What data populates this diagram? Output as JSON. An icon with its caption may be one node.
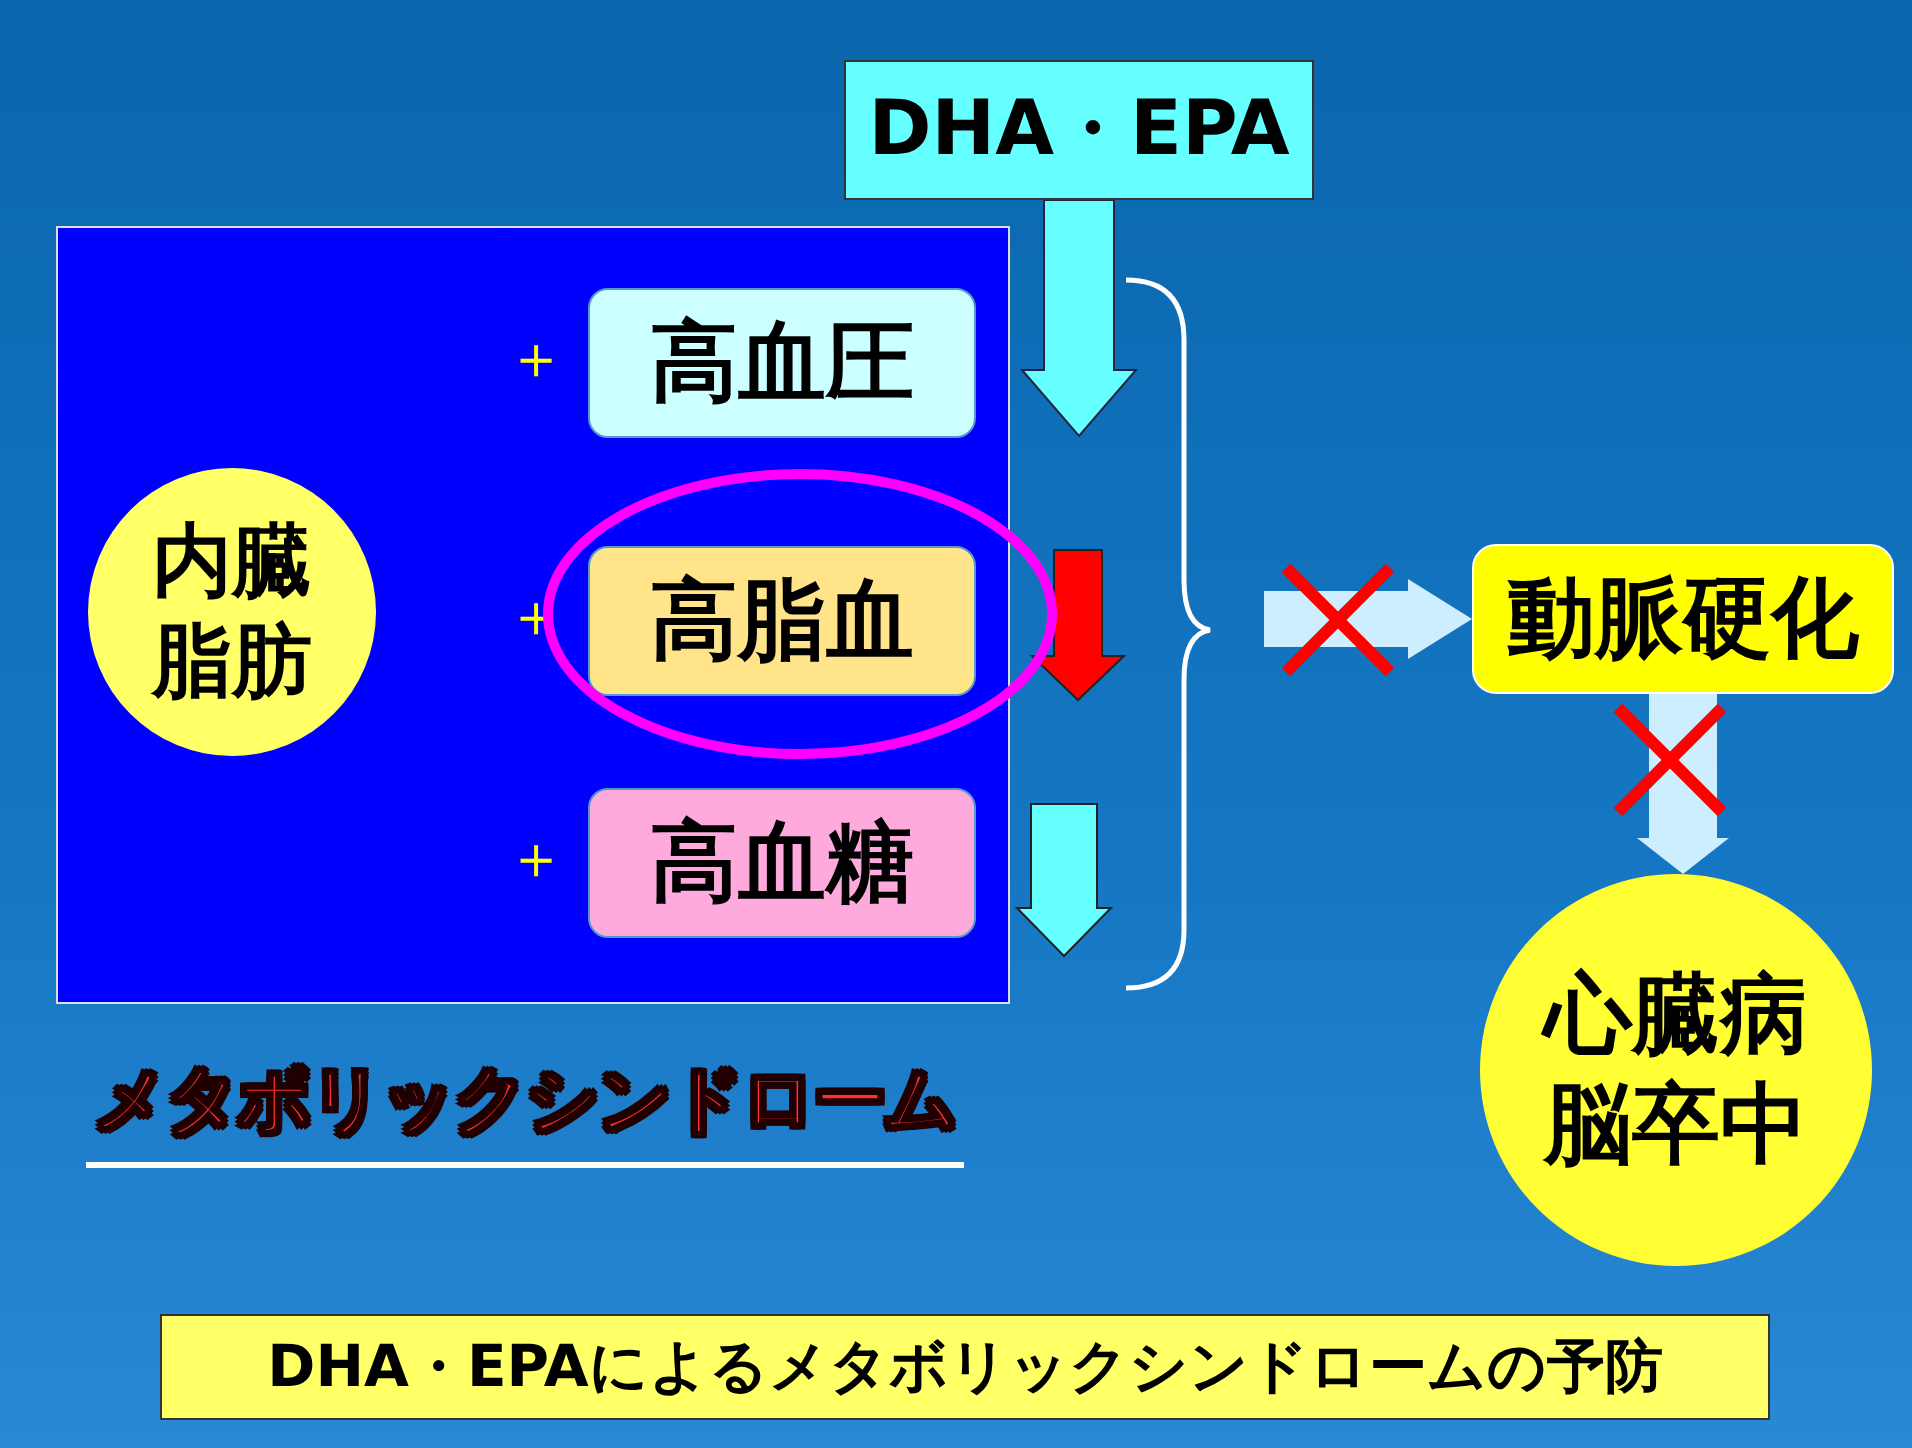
{
  "diagram": {
    "nodes": [
      {
        "text": [
          "DHA・EPA"
        ]
      },
      {
        "text": [
          "メタボリックシンドローム"
        ]
      },
      {
        "text": [
          "内臓脂肪"
        ],
        "in": 1
      },
      {
        "text": [
          "高血圧"
        ],
        "in": 1,
        "beside": [
          "＋"
        ]
      },
      {
        "text": [
          "高脂血"
        ],
        "in": 1,
        "beside": [
          "＋"
        ]
      },
      {
        "text": [
          "高血糖"
        ],
        "in": 1,
        "beside": [
          "＋"
        ]
      },
      {
        "text": [
          "動脈硬化"
        ]
      },
      {
        "text": [
          "心臓病脳卒中"
        ]
      },
      {
        "text": [
          "DHA・EPAによるメタボリックシンドロームの予防"
        ]
      }
    ],
    "edges": [
      {
        "from": 0,
        "to": null,
        "arrow": "to",
        "color": "#66ffff"
      },
      {
        "from": null,
        "to": 6,
        "arrow": "to"
      },
      {
        "from": 6,
        "to": 7,
        "arrow": "to"
      }
    ]
  }
}
